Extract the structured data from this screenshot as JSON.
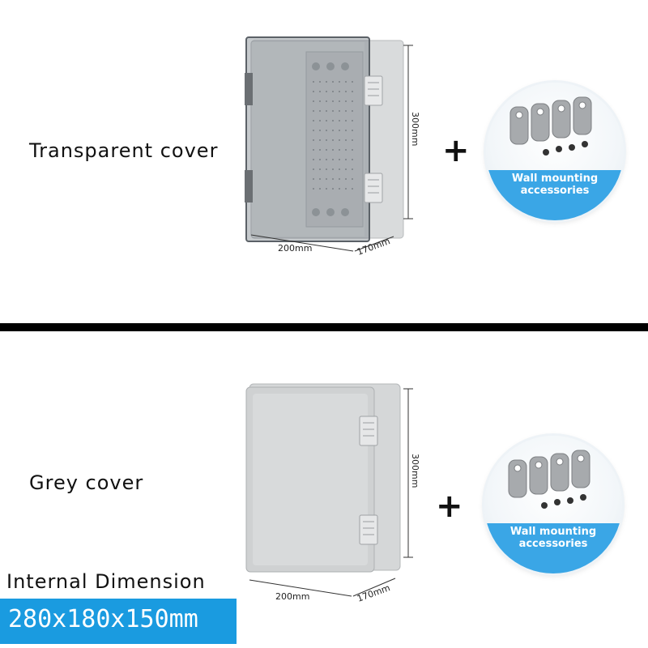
{
  "transparent": {
    "label": "Transparent cover",
    "dim_height": "300mm",
    "dim_width": "200mm",
    "dim_depth": "170mm"
  },
  "grey": {
    "label": "Grey cover",
    "dim_height": "300mm",
    "dim_width": "200mm",
    "dim_depth": "170mm"
  },
  "plus_symbol": "+",
  "accessories": {
    "line1": "Wall mounting",
    "line2": "accessories"
  },
  "internal": {
    "title": "Internal Dimension",
    "value": "280x180x150mm"
  },
  "colors": {
    "accent_blue": "#1a9be0",
    "accessory_band": "#3aa6e6",
    "divider": "#000000"
  }
}
